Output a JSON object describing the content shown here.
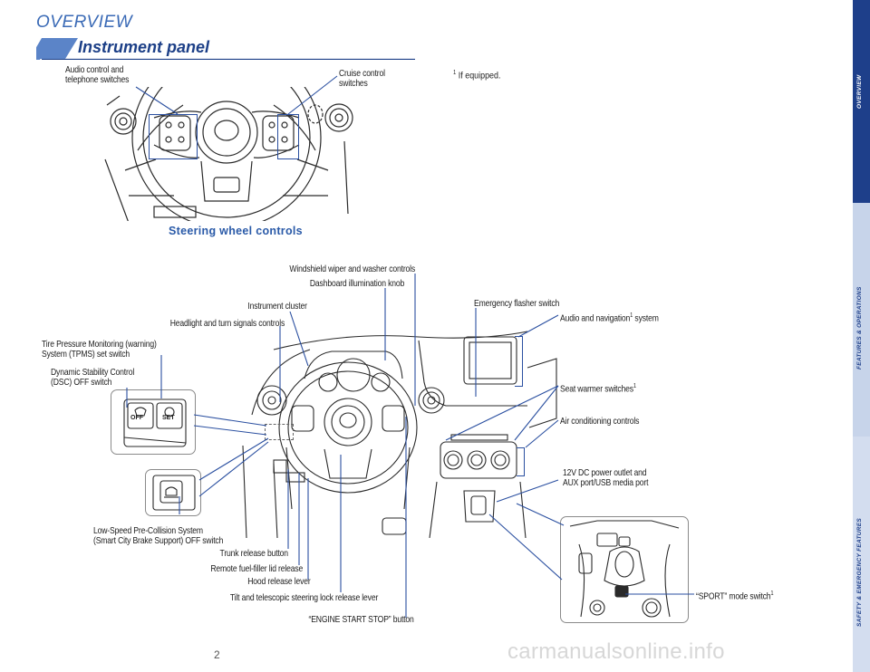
{
  "header": {
    "section": "OVERVIEW",
    "title": "Instrument panel"
  },
  "footnote": {
    "marker": "1",
    "text": " If equipped."
  },
  "steering": {
    "audio_label": "Audio control and\ntelephone switches",
    "cruise_label": "Cruise control\nswitches",
    "caption": "Steering wheel controls"
  },
  "callouts": {
    "wiper": "Windshield wiper and washer controls",
    "dash_knob": "Dashboard illumination knob",
    "cluster": "Instrument cluster",
    "headlight": "Headlight and turn signals controls",
    "tpms": "Tire Pressure Monitoring (warning)\nSystem (TPMS) set switch",
    "dsc": "Dynamic Stability Control\n(DSC) OFF switch",
    "scbs": "Low-Speed Pre-Collision System\n(Smart City Brake Support) OFF switch",
    "trunk": "Trunk release button",
    "fuel": "Remote fuel-filler lid release",
    "hood": "Hood release lever",
    "tilt": "Tilt and telescopic steering lock release lever",
    "start": "“ENGINE START STOP” button",
    "flasher": "Emergency flasher switch",
    "audio_nav": "Audio and navigation",
    "audio_nav_sup": "1",
    "audio_nav_suffix": " system",
    "seat_warmer": "Seat warmer switches",
    "seat_warmer_sup": "1",
    "aircon": "Air conditioning controls",
    "dc_outlet": "12V DC power outlet and\nAUX port/USB media port",
    "sport": "“SPORT” mode switch",
    "sport_sup": "1"
  },
  "switch_text": {
    "dsc_off": "OFF",
    "tpms_set": "SET"
  },
  "page_number": "2",
  "watermark": "carmanualsonline.info",
  "side_tabs": {
    "overview": "OVERVIEW",
    "features": "FEATURES & OPERATIONS",
    "safety": "SAFETY & EMERGENCY FEATURES"
  },
  "colors": {
    "accent_blue": "#1c3f87",
    "light_blue": "#3a6ab6",
    "callout_line": "#2a4fa0",
    "rail_light": "#c7d4ea",
    "rail_dark": "#1e3f8a"
  }
}
